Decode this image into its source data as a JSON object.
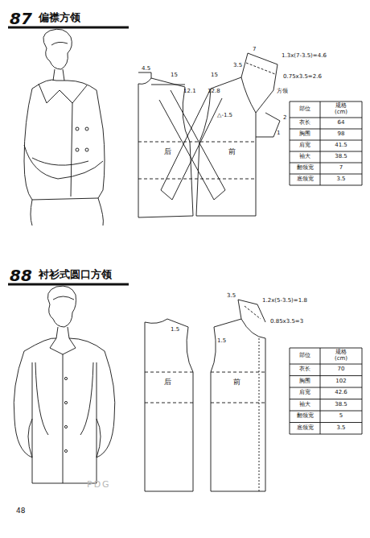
{
  "diagram": {
    "labels": [
      "87",
      "偏襟方领",
      "4.5",
      "15",
      "12.1",
      "15",
      "12.8",
      "后",
      "前",
      "△-1.5",
      "3.5",
      "7",
      "1.3x(7-3.5)=4.6",
      "0.75x3.5=2.6",
      "方领",
      "2",
      "1",
      "部位",
      "规格 (cm)",
      "衣长",
      "64",
      "胸围",
      "98",
      "肩宽",
      "41.5",
      "袖大",
      "38.5",
      "翻领宽",
      "7",
      "底领宽",
      "3.5",
      "88",
      "衬衫式圆口方领",
      "1.5",
      "后",
      "前",
      "1.5",
      "3.5",
      "1.2x(5-3.5)=1.8",
      "0.85x3.5=3",
      "部位",
      "规格 (cm)",
      "衣长",
      "70",
      "胸围",
      "102",
      "肩宽",
      "42.6",
      "袖大",
      "38.5",
      "翻领宽",
      "5",
      "底领宽",
      "3.5",
      "48",
      "PDG"
    ]
  }
}
